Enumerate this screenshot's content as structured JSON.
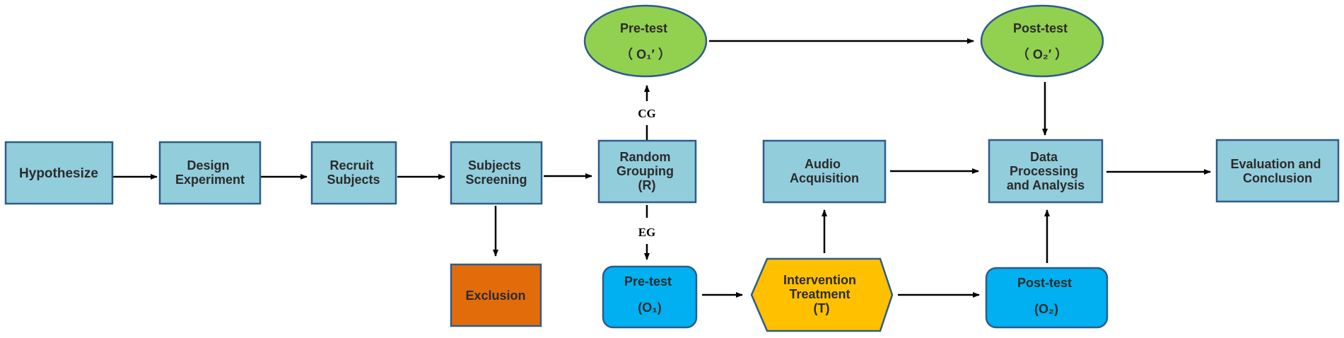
{
  "colors": {
    "process_fill": "#92CDDC",
    "process_stroke": "#2E5C8A",
    "ellipse_fill": "#92D050",
    "ellipse_stroke": "#2E5C8A",
    "exclusion_fill": "#E36C0A",
    "rounded_fill": "#00B0F0",
    "hexagon_fill": "#FFC000",
    "arrow": "#000000"
  },
  "nodes": {
    "hypothesize": {
      "lines": [
        "Hypothesize"
      ]
    },
    "design": {
      "lines": [
        "Design",
        "Experiment"
      ]
    },
    "recruit": {
      "lines": [
        "Recruit",
        "Subjects"
      ]
    },
    "screening": {
      "lines": [
        "Subjects",
        "Screening"
      ]
    },
    "random": {
      "lines": [
        "Random",
        "Grouping",
        "(R)"
      ]
    },
    "exclusion": {
      "lines": [
        "Exclusion"
      ]
    },
    "pretest_cg": {
      "lines": [
        "Pre-test",
        "（ O₁′ ）"
      ]
    },
    "posttest_cg": {
      "lines": [
        "Post-test",
        "（ O₂′ ）"
      ]
    },
    "pretest_eg": {
      "lines": [
        "Pre-test",
        "(O₁)"
      ]
    },
    "intervention": {
      "lines": [
        "Intervention",
        "Treatment",
        "(T)"
      ]
    },
    "audio": {
      "lines": [
        "Audio",
        "Acquisition"
      ]
    },
    "posttest_eg": {
      "lines": [
        "Post-test",
        "(O₂)"
      ]
    },
    "data": {
      "lines": [
        "Data",
        "Processing",
        "and Analysis"
      ]
    },
    "evaluation": {
      "lines": [
        "Evaluation and",
        "Conclusion"
      ]
    }
  },
  "edge_labels": {
    "cg": "CG",
    "eg": "EG"
  }
}
